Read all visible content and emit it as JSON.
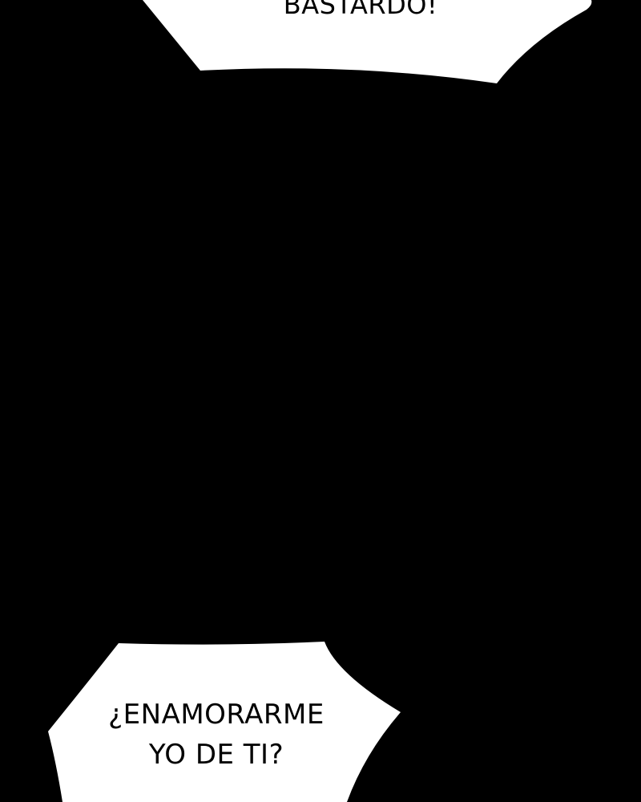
{
  "panel": {
    "background_color": "#000000",
    "balloon_color": "#ffffff",
    "text_color": "#000000"
  },
  "balloons": {
    "top": {
      "text": "BASTARDO!"
    },
    "bottom": {
      "line1": "¿ENAMORARME",
      "line2": "YO DE TI?"
    }
  }
}
